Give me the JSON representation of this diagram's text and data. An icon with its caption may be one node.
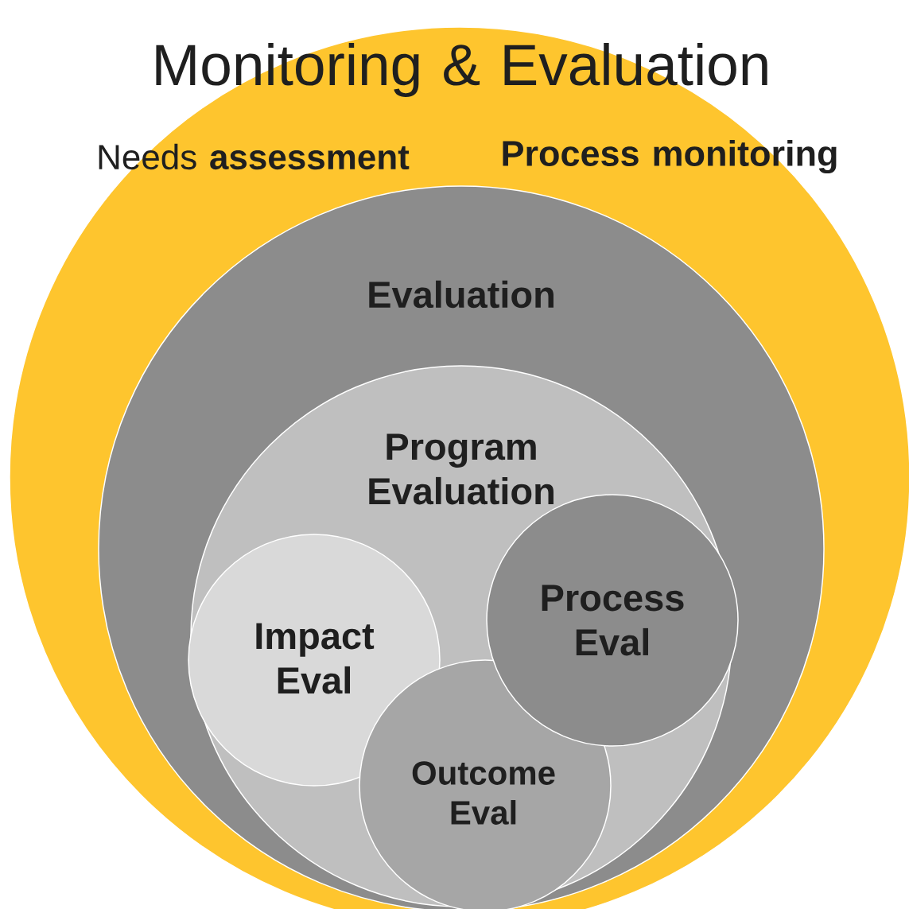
{
  "diagram": {
    "nodes": [
      {
        "text": [
          "Monitoring & Evaluation",
          "Needs **assessment**",
          "Process monitoring"
        ]
      },
      {
        "text": [
          "Evaluation"
        ],
        "in": 0
      },
      {
        "text": [
          "Program Evaluation"
        ],
        "in": 1
      },
      {
        "text": [
          "Impact Eval"
        ],
        "in": 2
      },
      {
        "text": [
          "Outcome Eval"
        ],
        "in": 2
      },
      {
        "text": [
          "Process Eval"
        ],
        "in": 2
      }
    ]
  }
}
